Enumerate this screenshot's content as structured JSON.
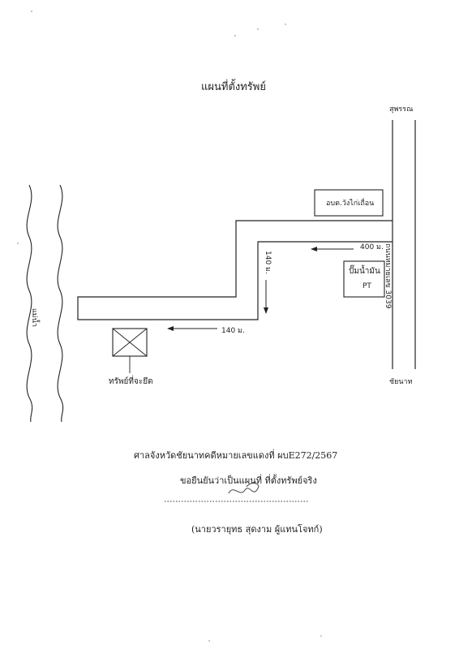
{
  "title": "แผนที่ตั้งทรัพย์",
  "directions": {
    "north": "สุพรรณ",
    "south": "ชัยนาท"
  },
  "labels": {
    "main_road": "ถนนหมายเลข 3039",
    "river": "แม่น้ำ",
    "org": "อบต.วังไก่เถื่อน",
    "gas_station": "ปั๊มน้ำมัน",
    "gas_station_code": "PT",
    "property": "ทรัพย์ที่จะยึด"
  },
  "distances": {
    "from_main_road": "400 ม.",
    "vertical_segment": "140 ม.",
    "horizontal_segment": "140 ม."
  },
  "certification": {
    "line1": "ศาลจังหวัดชัยนาทคดีหมายเลขแดงที่ ผบE272/2567",
    "line2": "ขอยืนยันว่าเป็นแผนที่ ที่ตั้งทรัพย์จริง",
    "signature_name": "(นายวรายุทธ สุดงาม ผู้แทนโจทก์)"
  },
  "colors": {
    "ink": "#222222"
  }
}
